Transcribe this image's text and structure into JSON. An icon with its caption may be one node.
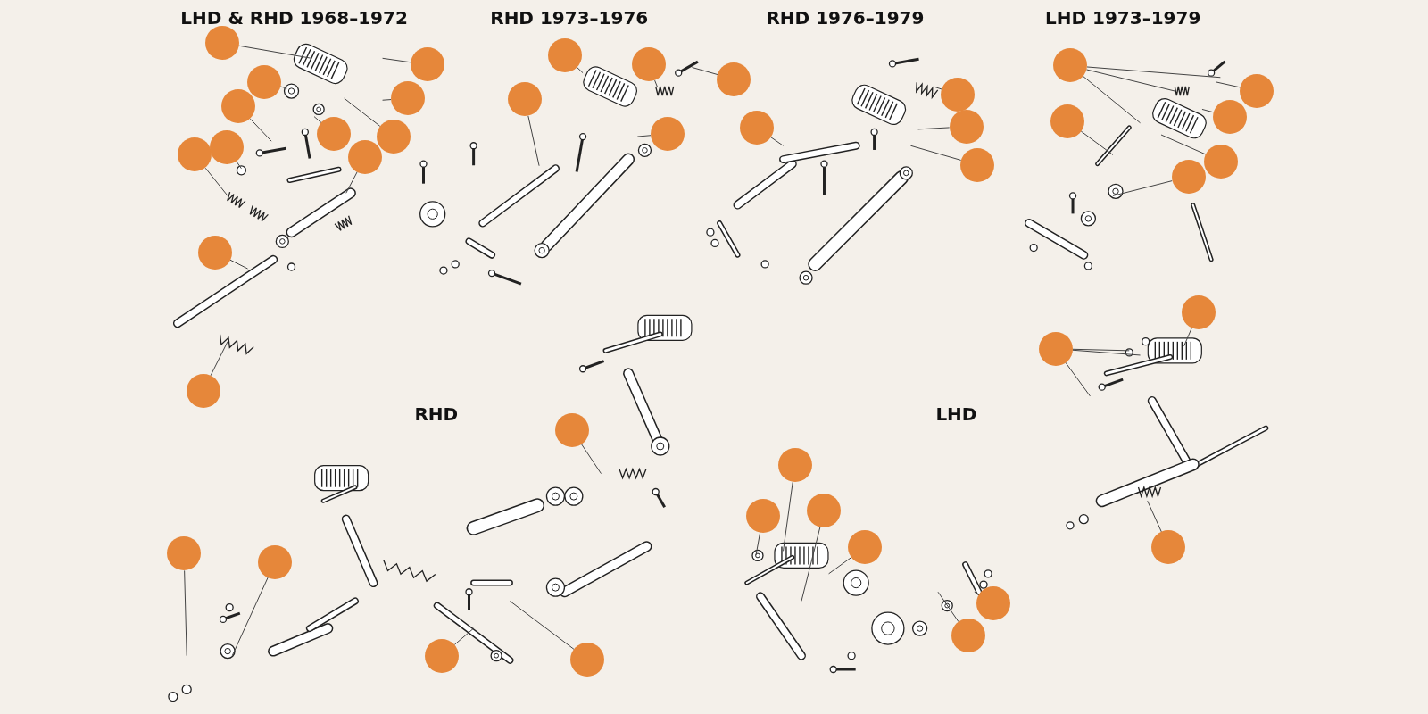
{
  "diagram": {
    "nodes": [
      {
        "text": [],
        "shape": "circle"
      },
      {
        "text": [],
        "shape": "circle"
      },
      {
        "text": [],
        "shape": "circle"
      },
      {
        "text": [],
        "shape": "circle"
      },
      {
        "text": [],
        "shape": "circle"
      },
      {
        "text": [],
        "shape": "circle"
      },
      {
        "text": [],
        "shape": "circle"
      },
      {
        "text": [],
        "shape": "circle"
      },
      {
        "text": [],
        "shape": "circle"
      },
      {
        "text": [],
        "shape": "circle"
      },
      {
        "text": [],
        "shape": "circle"
      },
      {
        "text": [],
        "shape": "circle"
      },
      {
        "text": [],
        "shape": "circle"
      },
      {
        "text": [],
        "shape": "circle"
      },
      {
        "text": [],
        "shape": "circle"
      },
      {
        "text": [],
        "shape": "circle"
      },
      {
        "text": [],
        "shape": "circle"
      },
      {
        "text": [],
        "shape": "circle"
      },
      {
        "text": [],
        "shape": "circle"
      },
      {
        "text": [],
        "shape": "circle"
      },
      {
        "text": [],
        "shape": "circle"
      },
      {
        "text": [],
        "shape": "circle"
      },
      {
        "text": [],
        "shape": "circle"
      },
      {
        "text": [],
        "shape": "circle"
      },
      {
        "text": [],
        "shape": "circle"
      },
      {
        "text": [],
        "shape": "circle"
      },
      {
        "text": [],
        "shape": "circle"
      },
      {
        "text": [],
        "shape": "circle"
      },
      {
        "text": [],
        "shape": "circle"
      },
      {
        "text": [],
        "shape": "circle"
      },
      {
        "text": [],
        "shape": "circle"
      },
      {
        "text": [],
        "shape": "circle"
      },
      {
        "text": [],
        "shape": "circle"
      },
      {
        "text": [],
        "shape": "circle"
      },
      {
        "text": [],
        "shape": "circle"
      },
      {
        "text": [],
        "shape": "circle"
      },
      {
        "text": [],
        "shape": "circle"
      },
      {
        "text": [],
        "shape": "circle"
      },
      {
        "text": [],
        "shape": "circle"
      },
      {
        "text": [],
        "shape": "circle"
      },
      {
        "text": [],
        "shape": "circle"
      }
    ],
    "edges": [
      {
        "from": 0,
        "to": null,
        "arrow": "none"
      },
      {
        "from": 1,
        "to": null,
        "arrow": "none"
      },
      {
        "from": 2,
        "to": null,
        "arrow": "none"
      },
      {
        "from": 3,
        "to": null,
        "arrow": "none"
      },
      {
        "from": 4,
        "to": null,
        "arrow": "none"
      },
      {
        "from": 5,
        "to": null,
        "arrow": "none"
      },
      {
        "from": 6,
        "to": null,
        "arrow": "none"
      },
      {
        "from": 7,
        "to": null,
        "arrow": "none"
      },
      {
        "from": 8,
        "to": null,
        "arrow": "none"
      },
      {
        "from": 9,
        "to": null,
        "arrow": "none"
      },
      {
        "from": 10,
        "to": null,
        "arrow": "none"
      },
      {
        "from": 11,
        "to": null,
        "arrow": "none"
      },
      {
        "from": 12,
        "to": null,
        "arrow": "none"
      },
      {
        "from": 13,
        "to": null,
        "arrow": "none"
      },
      {
        "from": 14,
        "to": null,
        "arrow": "none"
      },
      {
        "from": 15,
        "to": null,
        "arrow": "none"
      },
      {
        "from": 16,
        "to": null,
        "arrow": "none"
      },
      {
        "from": 17,
        "to": null,
        "arrow": "none"
      },
      {
        "from": 18,
        "to": null,
        "arrow": "none"
      },
      {
        "from": 19,
        "to": null,
        "arrow": "none"
      },
      {
        "from": 20,
        "to": null,
        "arrow": "none"
      },
      {
        "from": 21,
        "to": null,
        "arrow": "none"
      },
      {
        "from": 21,
        "to": null,
        "arrow": "none"
      },
      {
        "from": 21,
        "to": null,
        "arrow": "none"
      },
      {
        "from": 22,
        "to": null,
        "arrow": "none"
      },
      {
        "from": 23,
        "to": null,
        "arrow": "none"
      },
      {
        "from": 24,
        "to": null,
        "arrow": "none"
      },
      {
        "from": 25,
        "to": null,
        "arrow": "none"
      },
      {
        "from": 26,
        "to": null,
        "arrow": "none"
      },
      {
        "from": 27,
        "to": null,
        "arrow": "none"
      },
      {
        "from": 28,
        "to": null,
        "arrow": "none"
      },
      {
        "from": 28,
        "to": null,
        "arrow": "none"
      },
      {
        "from": 28,
        "to": null,
        "arrow": "none"
      },
      {
        "from": 29,
        "to": null,
        "arrow": "none"
      },
      {
        "from": 30,
        "to": null,
        "arrow": "none"
      },
      {
        "from": 31,
        "to": null,
        "arrow": "none"
      },
      {
        "from": 32,
        "to": null,
        "arrow": "none"
      },
      {
        "from": 33,
        "to": null,
        "arrow": "none"
      },
      {
        "from": 34,
        "to": null,
        "arrow": "none"
      },
      {
        "from": 35,
        "to": null,
        "arrow": "none"
      },
      {
        "from": 36,
        "to": null,
        "arrow": "none"
      },
      {
        "from": 37,
        "to": null,
        "arrow": "none"
      },
      {
        "from": 38,
        "to": null,
        "arrow": "none"
      },
      {
        "from": 39,
        "to": null,
        "arrow": "none"
      },
      {
        "from": 40,
        "to": null,
        "arrow": "none"
      }
    ],
    "labels": [
      "LHD & RHD 1968–1972",
      "RHD 1973–1976",
      "RHD 1976–1979",
      "LHD 1973–1979",
      "RHD",
      "LHD"
    ]
  }
}
